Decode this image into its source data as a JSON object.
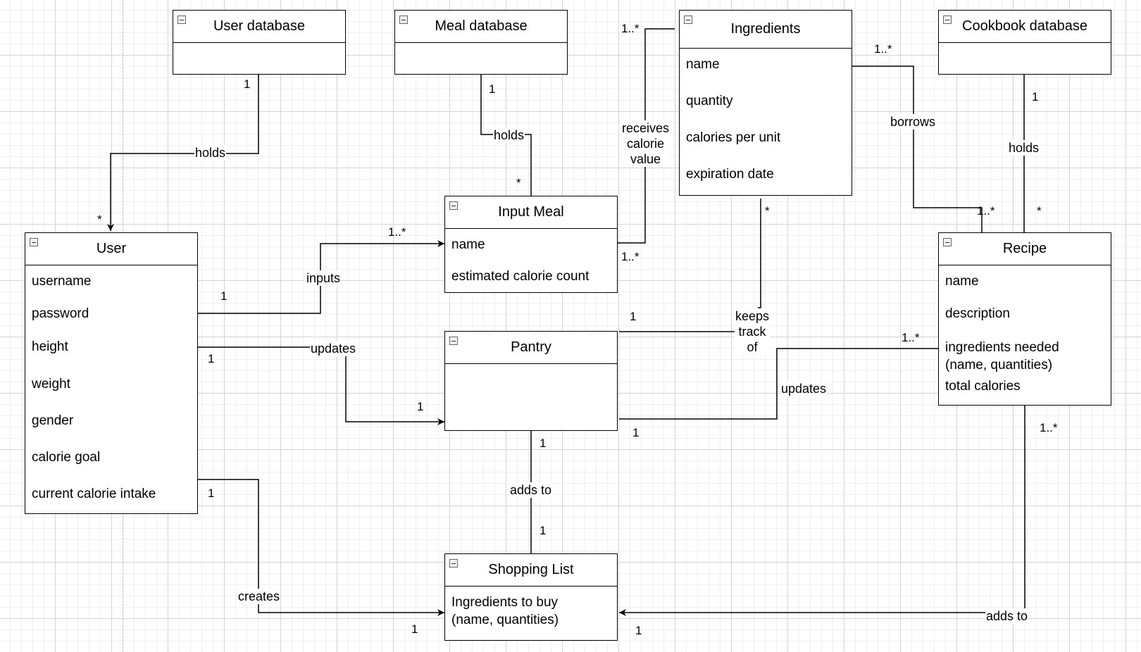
{
  "classes": {
    "user_database": {
      "title": "User database",
      "attributes": []
    },
    "meal_database": {
      "title": "Meal database",
      "attributes": []
    },
    "ingredients": {
      "title": "Ingredients",
      "attributes": [
        "name",
        "quantity",
        "calories per unit",
        "expiration date"
      ]
    },
    "cookbook_database": {
      "title": "Cookbook database",
      "attributes": []
    },
    "user": {
      "title": "User",
      "attributes": [
        "username",
        "password",
        "height",
        "weight",
        "gender",
        "calorie goal",
        "current calorie intake"
      ]
    },
    "input_meal": {
      "title": "Input Meal",
      "attributes": [
        "name",
        "estimated calorie count"
      ]
    },
    "pantry": {
      "title": "Pantry",
      "attributes": []
    },
    "recipe": {
      "title": "Recipe",
      "attributes": [
        "name",
        "description",
        "ingredients needed\n(name, quantities)",
        "total calories"
      ]
    },
    "shopping_list": {
      "title": "Shopping List",
      "attributes": [
        "Ingredients to buy\n(name, quantities)"
      ]
    }
  },
  "associations": {
    "userdb_user": {
      "label": "holds",
      "source_mult": "1",
      "target_mult": "*"
    },
    "mealdb_meal": {
      "label": "holds",
      "source_mult": "1",
      "target_mult": "*"
    },
    "meal_ingredients": {
      "label": "receives\ncalorie\nvalue",
      "source_mult": "1..*",
      "target_mult": "1..*"
    },
    "ingredients_recipe": {
      "label": "borrows",
      "source_mult": "1..*",
      "target_mult": "1..*"
    },
    "cookbook_recipe": {
      "label": "holds",
      "source_mult": "1",
      "target_mult": "*"
    },
    "user_meal": {
      "label": "inputs",
      "source_mult": "1",
      "target_mult": "1..*"
    },
    "user_pantry": {
      "label": "updates",
      "source_mult": "1",
      "target_mult": "1"
    },
    "pantry_ingredients": {
      "label": "keeps\ntrack\nof",
      "source_mult": "1",
      "target_mult": "*"
    },
    "recipe_pantry": {
      "label": "updates",
      "source_mult": "1..*",
      "target_mult": "1"
    },
    "pantry_shopping": {
      "label": "adds to",
      "source_mult": "1",
      "target_mult": "1"
    },
    "user_shopping": {
      "label": "creates",
      "source_mult": "1",
      "target_mult": "1"
    },
    "recipe_shopping": {
      "label": "adds to",
      "source_mult": "1..*",
      "target_mult": "1"
    }
  },
  "icons": {
    "collapse": "minus-box-icon"
  },
  "colors": {
    "line": "#000000",
    "grid": "#d4d4d4"
  }
}
